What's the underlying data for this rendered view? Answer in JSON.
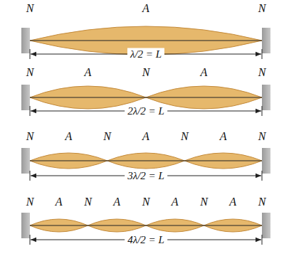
{
  "diagram": {
    "labels": [
      "N",
      "A",
      "N",
      "λ/2 = L",
      "N",
      "A",
      "N",
      "A",
      "N",
      "2λ/2 = L",
      "N",
      "A",
      "N",
      "A",
      "N",
      "A",
      "N",
      "3λ/2 = L",
      "N",
      "A",
      "N",
      "A",
      "N",
      "A",
      "N",
      "A",
      "N",
      "4λ/2 = L"
    ]
  }
}
